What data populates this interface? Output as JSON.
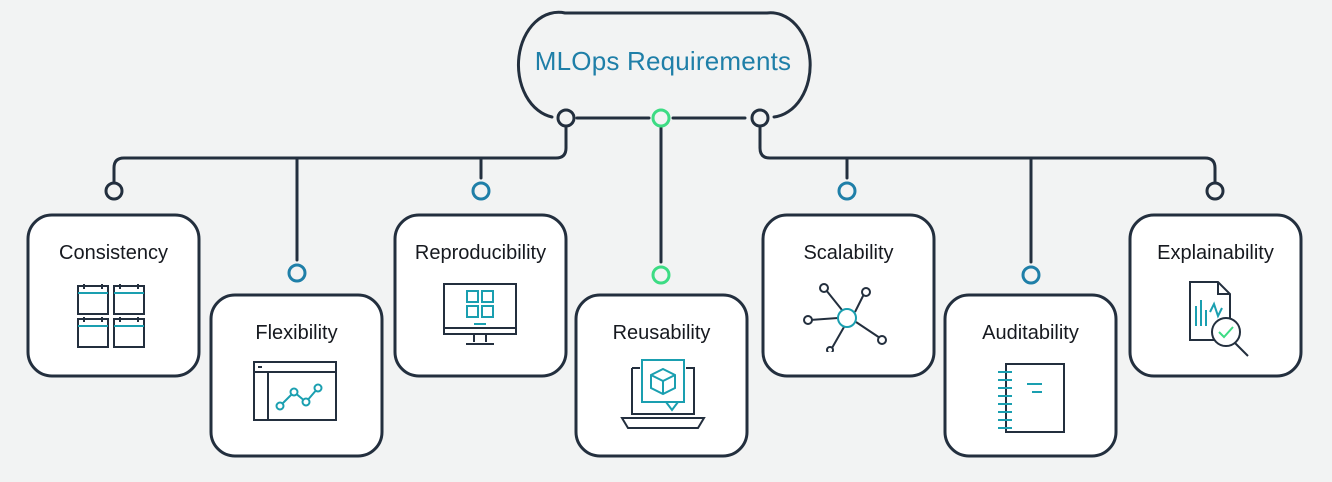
{
  "title": "MLOps Requirements",
  "requirements": [
    {
      "label": "Consistency",
      "icon": "calendar-grid-icon"
    },
    {
      "label": "Flexibility",
      "icon": "window-graph-icon"
    },
    {
      "label": "Reproducibility",
      "icon": "monitor-grid-icon"
    },
    {
      "label": "Reusability",
      "icon": "laptop-cube-icon"
    },
    {
      "label": "Scalability",
      "icon": "network-hub-icon"
    },
    {
      "label": "Auditability",
      "icon": "notebook-icon"
    },
    {
      "label": "Explainability",
      "icon": "report-magnifier-icon"
    }
  ],
  "colors": {
    "background": "#f2f3f3",
    "line": "#232f3e",
    "title": "#1f7fa8",
    "blue_node": "#1f7fa8",
    "green_node": "#3ddc84",
    "icon_accent": "#1a9fb0"
  }
}
